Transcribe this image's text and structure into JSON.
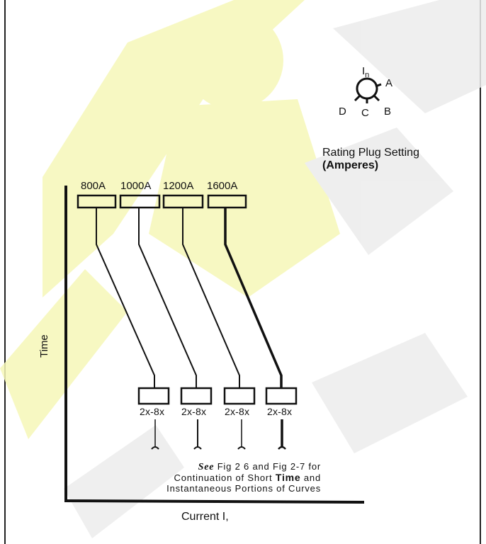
{
  "watermark": {
    "color_yellow": "#f6f7b8",
    "color_gray": "#e6e6e6"
  },
  "rating_plug": {
    "symbol": "I",
    "symbol_sub": "n",
    "positions": [
      "A",
      "B",
      "C",
      "D"
    ],
    "title": "Rating Plug Setting",
    "units": "(Amperes)"
  },
  "ratings": [
    "800A",
    "1000A",
    "1200A",
    "1600A"
  ],
  "multipliers": [
    "2x-8x",
    "2x-8x",
    "2x-8x",
    "2x-8x"
  ],
  "axes": {
    "y_label": "Time",
    "x_label": "Current I,"
  },
  "note": {
    "see": "See",
    "part1": " Fig  2 6 and Fig  2-7  for",
    "line2a": "Continuation of Short ",
    "line2b": "Time",
    "line2c": " and",
    "line3": "Instantaneous Portions of Curves"
  }
}
